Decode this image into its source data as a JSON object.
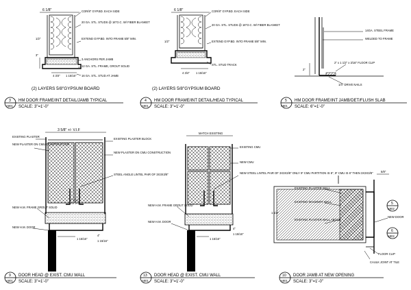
{
  "details": [
    {
      "id": "detail-3",
      "number": "3",
      "sheet": "A801",
      "title": "HM DOOR FRAME/INT DETAIL/JAMB TYPICAL",
      "scale": "SCALE: 3\"=1'-0\"",
      "subtitle": "(2) LAYERS 5/8\"GYPSUM BOARD",
      "dims": [
        "6 1/8\"",
        "1/2\"",
        "3\"",
        "4 3/4\"",
        "1 15/16\""
      ],
      "notes": [
        "COR/8\" GYP.BD. EACH SIDE",
        "20 GA. STL. STUDS @ 16\"O.C. W/ FIBER BLANKET",
        "EXTEND GYP.BD. INTO FRAME 5/8\" MIN.",
        "3 ANCHORS PER JAMB",
        "12 GA. STL. FRAME, GROUT SOLID",
        "16 GA. STL. STUD AT JAMB"
      ]
    },
    {
      "id": "detail-4",
      "number": "4",
      "sheet": "A801",
      "title": "HM DOOR FRAME/INT DETAIL/HEAD TYPICAL",
      "scale": "SCALE: 3\"=1'-0\"",
      "subtitle": "(2) LAYERS 5/8\"GYPSUM BOARD",
      "dims": [
        "6 1/8\"",
        "1/2\"",
        "4 3/4\"",
        "1 15/16\""
      ],
      "notes": [
        "COR/8\" GYP.BD. EACH SIDE",
        "20 GA. STL. STUDS @ 16\"O.C. W/ FIBER BLANKET",
        "EXTEND GYP.BD. INTO FRAME 5/8\" MIN.",
        "STL. STUD TRACK"
      ]
    },
    {
      "id": "detail-5",
      "number": "5",
      "sheet": "A801",
      "title": "HM DOOR FRAME/INT JAMB/DET/FLUSH SLAB",
      "scale": "SCALE: 6\"=1'-0\"",
      "dims": [
        "2\""
      ],
      "notes": [
        "14GA. STEEL FRAME",
        "WELDED TO FRAME",
        "2\" x 1 1/2\" x 3/16\" FLOOR CLIP",
        "1/4\" DRIVE NAILS"
      ]
    },
    {
      "id": "detail-9",
      "number": "9",
      "sheet": "A801",
      "title": "DOOR HEAD @ EXIST. CMU WALL",
      "scale": "SCALE: 3\"=1'-0\"",
      "dims": [
        "3 5/8\" +/- V.I.F",
        "1 15/16\"",
        "4\"",
        "1 15/16\""
      ],
      "notes": [
        "EXISTING PLASTER",
        "NEW PLASTER ON CMU CONSTRUCTION",
        "EXISTING PLASTER BLOCK",
        "NEW PLASTER ON CMU CONSTRUCTION",
        "STEEL ANGLE LINTEL PAIR OF 3X3X3/8\"",
        "NEW H.M. FRAME GROUT SOLID",
        "NEW H.M. DOOR"
      ]
    },
    {
      "id": "detail-13",
      "number": "13",
      "sheet": "A801",
      "title": "DOOR HEAD @ EXIST. CMU WALL",
      "scale": "SCALE: 3\"=1'-0\"",
      "dims": [
        "MATCH EXISTING",
        "1 15/16\"",
        "4\"",
        "1 15/16\""
      ],
      "notes": [
        "EXISTING CMU",
        "NEW CMU",
        "NEW STEEL LINTEL PAIR OF 3X3X3/8\" ONLY IF CMU PARTITION IS 8\", IF CMU IS 6\" THEN 3X3X3/8\"",
        "NEW H.M. FRAME GROUT SOLID",
        "NEW H.M. DOOR"
      ]
    },
    {
      "id": "detail-10",
      "number": "10",
      "sheet": "A801",
      "title": "DOOR JAMB AT NEW OPENING",
      "scale": "SCALE: 3\"=1'-0\"",
      "dims": [
        "5/8\"",
        "1 1/4\""
      ],
      "notes": [
        "EXISTING PLASTER WALL",
        "EXISTING MASONRY WALL",
        "EXISTING PLASTER WALL ABOVE",
        "NEW DOOR",
        "FLOOR CLIP",
        "CAULK JOINT AT TILE"
      ],
      "refs": [
        {
          "number": "5",
          "sheet": "A802"
        },
        {
          "number": "6",
          "sheet": "A802"
        }
      ]
    }
  ]
}
